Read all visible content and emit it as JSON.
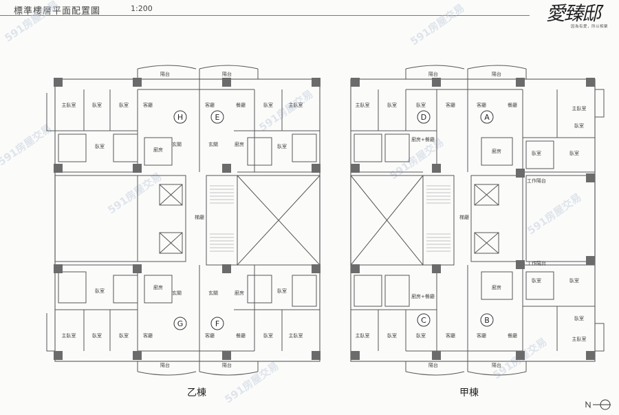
{
  "header": {
    "title": "標準樓層平面配置圖",
    "scale": "1:200"
  },
  "logo": {
    "name": "愛臻邸",
    "tagline": "因為有愛，所以相聚"
  },
  "watermark": "591房屋交易",
  "buildings": {
    "left": "乙棟",
    "right": "甲棟"
  },
  "units": {
    "H": "H",
    "E": "E",
    "G": "G",
    "F": "F",
    "D": "D",
    "A": "A",
    "C": "C",
    "B": "B"
  },
  "rooms": {
    "master": "主臥室",
    "bed": "臥室",
    "living": "客廳",
    "dining": "餐廳",
    "kitchen": "廚房",
    "kitchen_dining": "廚房+餐廳",
    "foyer": "玄關",
    "balcony": "陽台",
    "service": "工作陽台",
    "lobby": "梯廳"
  }
}
